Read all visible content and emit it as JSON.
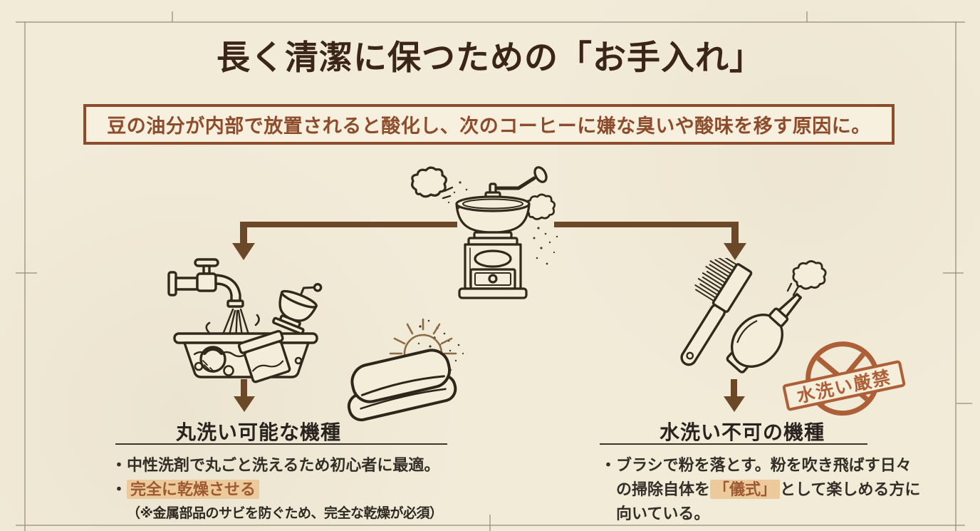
{
  "colors": {
    "page_bg": "#f2ebd8",
    "title_text": "#3a2517",
    "accent_rust": "#8d4c2b",
    "arrow_brown": "#6b4827",
    "illustration_ink": "#32281c",
    "highlight_bg": "#ecca9c",
    "highlight_text": "#9d5a32",
    "stamp_rust": "#a8562c",
    "sun_brown": "#8a6d45",
    "heading_text": "#28231e",
    "body_text": "#332e28"
  },
  "title": "長く清潔に保つための「お手入れ」",
  "intro": {
    "text": "豆の油分が内部で放置されると酸化し、次のコーヒーに嫌な臭いや酸味を移す原因に。"
  },
  "marker": "・",
  "left_branch": {
    "heading": "丸洗い可能な機種",
    "bullet1": "中性洗剤で丸ごと洗えるため初心者に最適。",
    "bullet2_highlight": "完全に乾燥させる",
    "note": "（※金属部品のサビを防ぐため、完全な乾燥が必須）"
  },
  "right_branch": {
    "heading": "水洗い不可の機種",
    "line1": "ブラシで粉を落とす。粉を吹き飛ばす日々",
    "line2_pre": "の掃除自体を",
    "line2_highlight": "「儀式」",
    "line2_post": "として楽しめる方に",
    "line3": "向いている。"
  },
  "stamp": {
    "text": "水洗い厳禁"
  },
  "illustrations": {
    "center": "hand coffee grinder with dust puffs",
    "left": "faucet washing disassembled grinder parts in basin",
    "left_secondary": "folded towel drying under sun",
    "right": "cleaning brush and air blower with puff"
  }
}
